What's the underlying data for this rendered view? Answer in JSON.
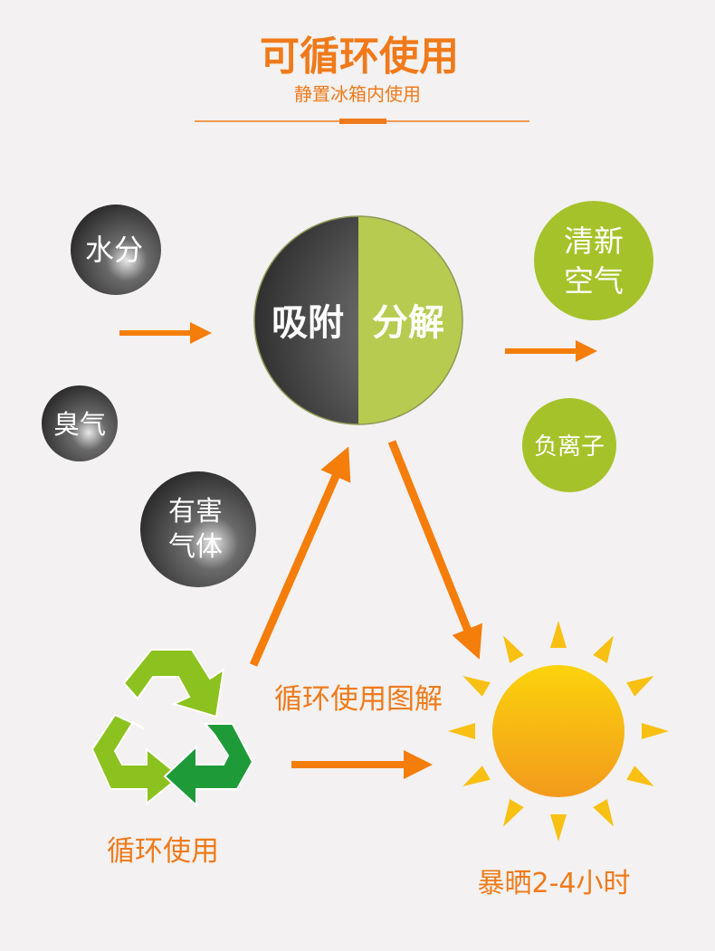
{
  "header": {
    "title": "可循环使用",
    "subtitle": "静置冰箱内使用"
  },
  "inputs": [
    {
      "label": "水分"
    },
    {
      "label": "臭气"
    },
    {
      "label_line1": "有害",
      "label_line2": "气体"
    }
  ],
  "center": {
    "left_label": "吸附",
    "right_label": "分解"
  },
  "outputs": [
    {
      "label_line1": "清新",
      "label_line2": "空气"
    },
    {
      "label": "负离子"
    }
  ],
  "cycle": {
    "diagram_label": "循环使用图解",
    "recycle_label": "循环使用",
    "sun_label": "暴晒2-4小时"
  },
  "colors": {
    "accent": "#f07a1a",
    "green": "#a6c22a",
    "dark": "#3a3a3a",
    "sun": "#f6b90f"
  }
}
